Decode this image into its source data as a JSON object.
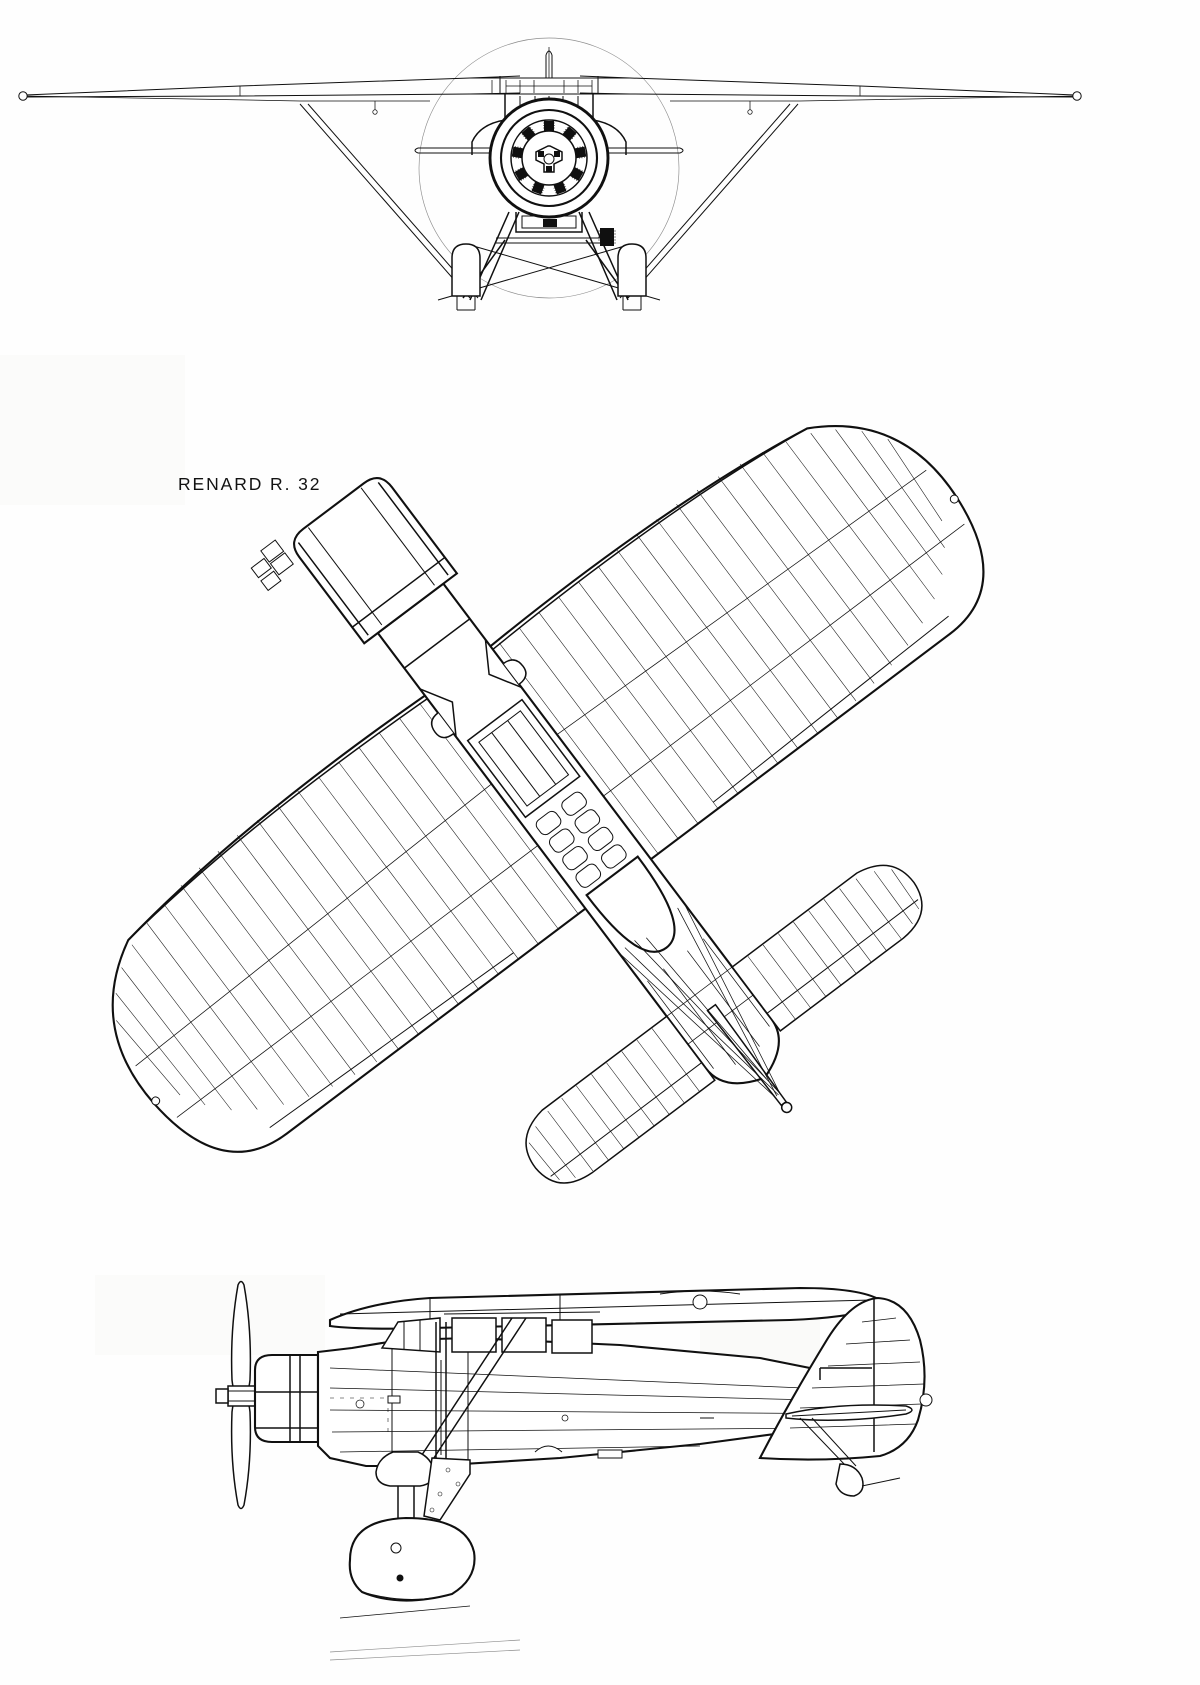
{
  "document": {
    "kind": "three-view-aircraft-general-arrangement-drawing",
    "subject": "Renard R.32",
    "caption": "RENARD R. 32",
    "background_color": "#fefefe",
    "line_color": "#101010",
    "views": [
      {
        "id": "front-view",
        "label": "front elevation",
        "position": "top"
      },
      {
        "id": "plan-view",
        "label": "plan view (rotated)",
        "position": "middle"
      },
      {
        "id": "side-view",
        "label": "side elevation",
        "position": "bottom"
      }
    ],
    "features": {
      "engine": "radial engine, finned cylinders, three-arm hub",
      "propeller": "two-blade",
      "wing": "high parasol gull wing, strut braced, fabric rib lines",
      "landing_gear": "fixed, spatted mainwheels, splayed legs, cross bracing",
      "tail": "single fin and rudder, braced tailplane",
      "canopy": "enclosed cockpit, multi-panel glazing"
    }
  }
}
